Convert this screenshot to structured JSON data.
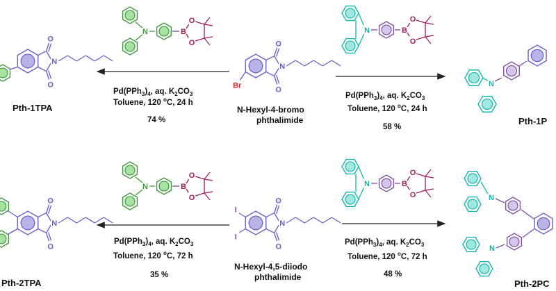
{
  "colors": {
    "phthalimide": "#6a5acd",
    "phthalimide_fill": "#b8b4e8",
    "tpa": "#3a9a3a",
    "tpa_fill": "#a6e3a1",
    "carbazole": "#14b5ad",
    "carbazole_fill": "#9fe8e2",
    "linker": "#7b4fa8",
    "boron": "#a0195a",
    "bromine": "#d62728",
    "iodine": "#8a2be2"
  },
  "atoms": {
    "N": "N",
    "O": "O",
    "B": "B",
    "Br": "Br",
    "I": "I"
  },
  "top_row": {
    "start_material": "N-Hexyl-4-bromo phthalimide",
    "start_line1": "N-Hexyl-4-bromo",
    "start_line2": "phthalimide",
    "left_reaction": {
      "catalyst": "Pd(PPh",
      "catalyst_sub": "3",
      "catalyst_post": ")",
      "catalyst_sub2": "4",
      "base": ", aq. K",
      "base_sub": "2",
      "base_post": "CO",
      "base_sub2": "3",
      "solvent": "Toluene, 120 ",
      "deg": "o",
      "temp_time": "C, 24 h",
      "yield": "74 %",
      "product": "Pth-1TPA"
    },
    "right_reaction": {
      "catalyst": "Pd(PPh",
      "catalyst_sub": "3",
      "catalyst_post": ")",
      "catalyst_sub2": "4",
      "base": ", aq. K",
      "base_sub": "2",
      "base_post": "CO",
      "base_sub2": "3",
      "solvent": "Toluene, 120 ",
      "deg": "o",
      "temp_time": "C, 24 h",
      "yield": "58 %",
      "product": "Pth-1P"
    }
  },
  "bottom_row": {
    "start_material": "N-Hexyl-4,5-diiodo phthalimide",
    "start_line1": "N-Hexyl-4,5-diiodo",
    "start_line2": "phthalimide",
    "left_reaction": {
      "catalyst": "Pd(PPh",
      "catalyst_sub": "3",
      "catalyst_post": ")",
      "catalyst_sub2": "4",
      "base": ", aq. K",
      "base_sub": "2",
      "base_post": "CO",
      "base_sub2": "3",
      "solvent": "Toluene, 120 ",
      "deg": "o",
      "temp_time": "C, 72 h",
      "yield": "35 %",
      "product": "Pth-2TPA"
    },
    "right_reaction": {
      "catalyst": "Pd(PPh",
      "catalyst_sub": "3",
      "catalyst_post": ")",
      "catalyst_sub2": "4",
      "base": ", aq. K",
      "base_sub": "2",
      "base_post": "CO",
      "base_sub2": "3",
      "solvent": "Toluene, 120 ",
      "deg": "o",
      "temp_time": "C, 72 h",
      "yield": "48 %",
      "product": "Pth-2PC"
    }
  }
}
